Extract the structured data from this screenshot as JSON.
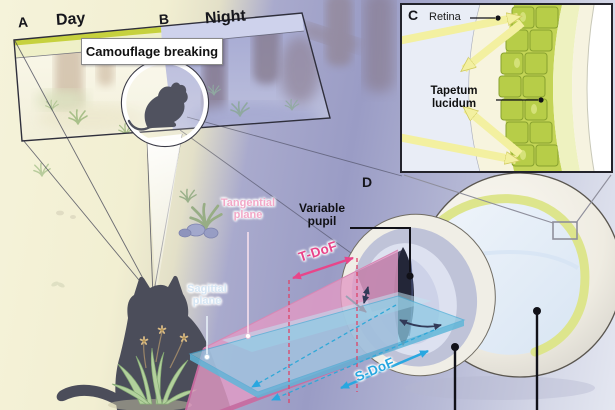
{
  "figure": {
    "panel_a": {
      "tag": "A",
      "title": "Day"
    },
    "panel_b": {
      "tag": "B",
      "title": "Night"
    },
    "callout_camouflage": "Camouflage breaking",
    "panel_c": {
      "tag": "C",
      "retina_label": "Retina",
      "tapetum_label": "Tapetum lucidum"
    },
    "panel_d": {
      "tag": "D",
      "variable_pupil_label": "Variable pupil",
      "tangential_plane_label": "Tangential plane",
      "sagittal_plane_label": "Sagittal plane",
      "t_dof_label": "T-DoF",
      "s_dof_label": "S-DoF"
    }
  },
  "colors": {
    "day_bg": "#f4f2d6",
    "night_bg": "#9d9fc7",
    "day_band": "#eff0c8",
    "day_band_stripe": "#c6d13e",
    "night_band": "#ced2ec",
    "tapetum_cell_green": "#b7cd48",
    "tapetum_band": "#dde58c",
    "light_beam_yellow": "#f3f0a0",
    "t_dof_pink": "#e8458a",
    "s_dof_blue": "#29a7e0",
    "tangential_pink": "#f2a8c8",
    "sagittal_blue": "#d6e6f4",
    "sclera": "#f3f0e8",
    "eye_interior_blue": "#e7eef7",
    "pupil_dark": "#232638",
    "cat_silhouette": "#4b4d5a"
  }
}
